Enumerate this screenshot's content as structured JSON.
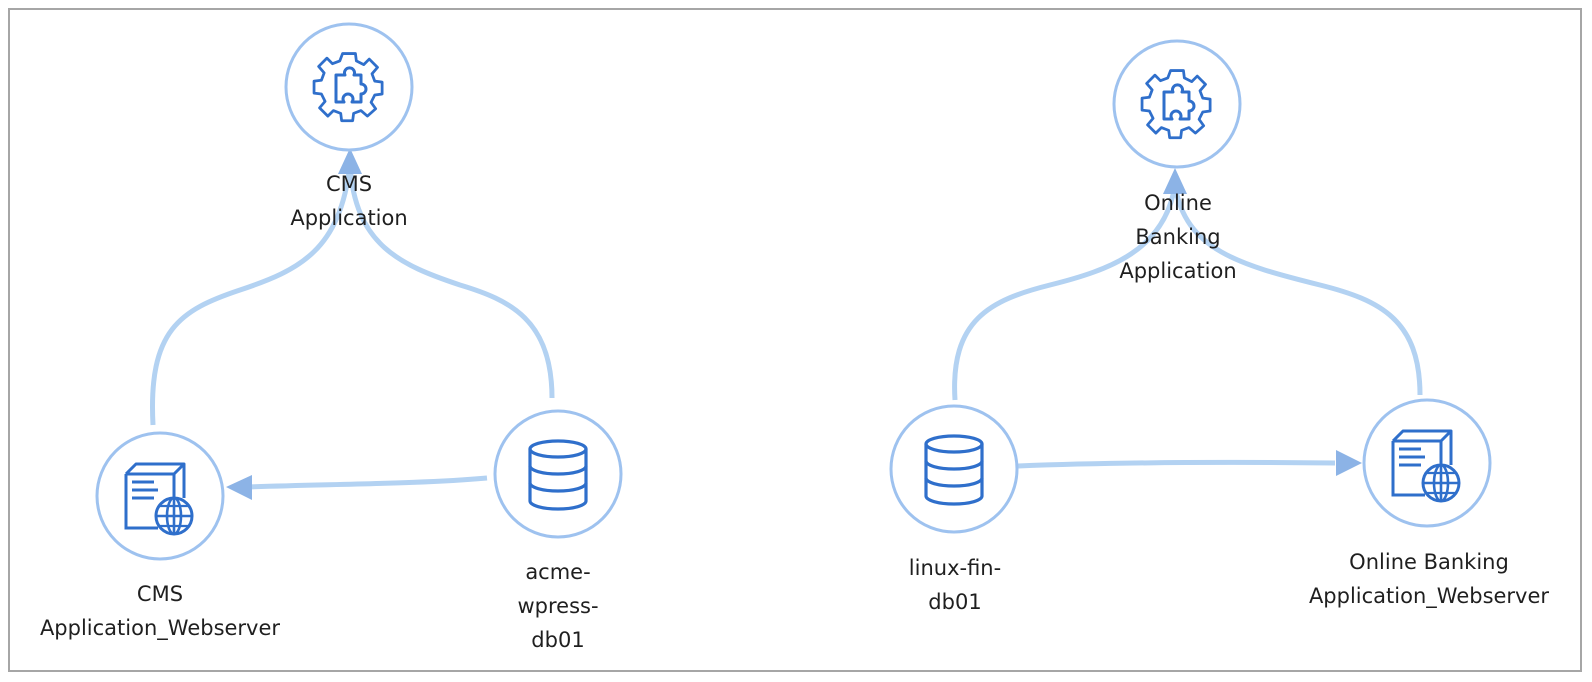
{
  "colors": {
    "node_ring": "#9ec2ef",
    "icon": "#2f6fcb",
    "edge": "#b3d2f2",
    "arrow": "#8cb3e6",
    "frame": "#a6a6a6"
  },
  "diagrams": [
    {
      "nodes": [
        {
          "id": "cms-app",
          "icon": "gear-puzzle-icon",
          "label": "CMS\nApplication"
        },
        {
          "id": "cms-web",
          "icon": "webserver-icon",
          "label": "CMS\nApplication_Webserver"
        },
        {
          "id": "acme-db",
          "icon": "database-icon",
          "label": "acme-\nwpress-\ndb01"
        }
      ],
      "edges": [
        {
          "from": "cms-web",
          "to": "cms-app"
        },
        {
          "from": "acme-db",
          "to": "cms-app"
        },
        {
          "from": "acme-db",
          "to": "cms-web"
        }
      ]
    },
    {
      "nodes": [
        {
          "id": "ob-app",
          "icon": "gear-puzzle-icon",
          "label": "Online\nBanking\nApplication"
        },
        {
          "id": "fin-db",
          "icon": "database-icon",
          "label": "linux-fin-\ndb01"
        },
        {
          "id": "ob-web",
          "icon": "webserver-icon",
          "label": "Online Banking\nApplication_Webserver"
        }
      ],
      "edges": [
        {
          "from": "fin-db",
          "to": "ob-app"
        },
        {
          "from": "ob-web",
          "to": "ob-app"
        },
        {
          "from": "fin-db",
          "to": "ob-web"
        }
      ]
    }
  ]
}
